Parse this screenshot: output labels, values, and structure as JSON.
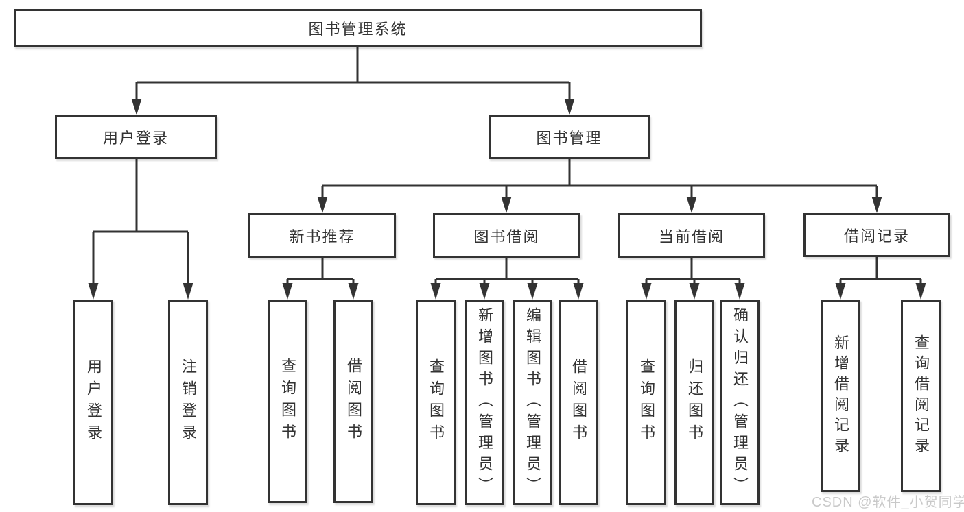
{
  "tree": {
    "root_label": "图书管理系统",
    "branches": [
      {
        "label": "用户登录",
        "children": [
          {
            "label": "用户登录"
          },
          {
            "label": "注销登录"
          }
        ]
      },
      {
        "label": "图书管理",
        "sections": [
          {
            "label": "新书推荐",
            "children": [
              {
                "label": "查询图书"
              },
              {
                "label": "借阅图书"
              }
            ]
          },
          {
            "label": "图书借阅",
            "children": [
              {
                "label": "查询图书"
              },
              {
                "label": "新增图书（管理员）"
              },
              {
                "label": "编辑图书（管理员）"
              },
              {
                "label": "借阅图书"
              }
            ]
          },
          {
            "label": "当前借阅",
            "children": [
              {
                "label": "查询图书"
              },
              {
                "label": "归还图书"
              },
              {
                "label": "确认归还（管理员）"
              }
            ]
          },
          {
            "label": "借阅记录",
            "children": [
              {
                "label": "新增借阅记录"
              },
              {
                "label": "查询借阅记录"
              }
            ]
          }
        ]
      }
    ]
  },
  "watermark": {
    "text": "CSDN @软件_小贺同学"
  },
  "colors": {
    "line": "#333333",
    "box_border": "#333333",
    "text": "#333333",
    "background": "#ffffff",
    "watermark": "#c9c9c9"
  }
}
